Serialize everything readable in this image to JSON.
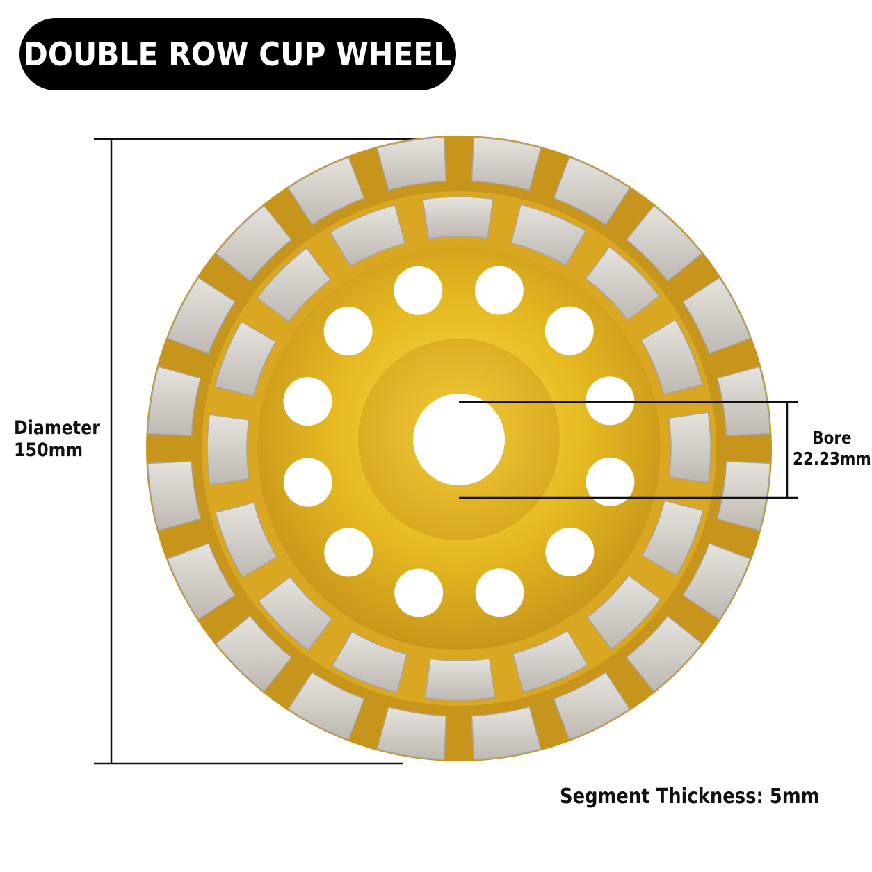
{
  "title": "DOUBLE ROW CUP WHEEL",
  "diameter": {
    "line1": "Diameter",
    "line2": "150mm"
  },
  "bore": {
    "line1": "Bore",
    "line2": "22.23mm"
  },
  "segment_thickness": "Segment Thickness: 5mm",
  "colors": {
    "title_bg": "#000000",
    "title_text": "#ffffff",
    "body_gold": "#e0b21c",
    "body_gold_light": "#f3d348",
    "body_gold_dark": "#b8860b",
    "segment": "#d6d2cc",
    "dimension_line": "#111111"
  },
  "icons": {
    "product": "diamond-cup-wheel-image"
  }
}
